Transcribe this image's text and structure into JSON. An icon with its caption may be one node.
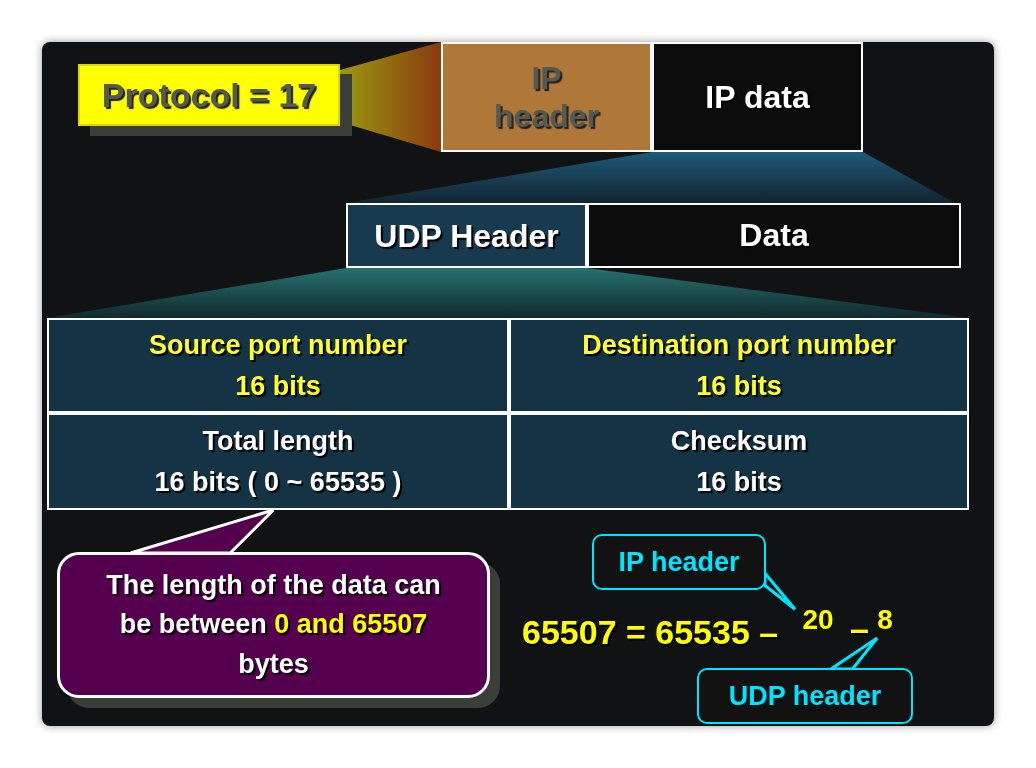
{
  "diagram": {
    "nodes": [
      {
        "text": [
          "Protocol = 17"
        ]
      },
      {
        "text": [
          "IP header"
        ]
      },
      {
        "text": [
          "IP data"
        ]
      },
      {
        "text": [
          "UDP Header"
        ]
      },
      {
        "text": [
          "Data"
        ]
      },
      {
        "text": [
          "Source port number",
          "16 bits"
        ]
      },
      {
        "text": [
          "Destination port number",
          "16 bits"
        ]
      },
      {
        "text": [
          "Total length",
          "16 bits ( 0 ~ 65535 )"
        ]
      },
      {
        "text": [
          "Checksum",
          "16 bits"
        ]
      },
      {
        "text": [
          "The length of the data can be between **0 and 65507** bytes"
        ]
      },
      {
        "text": [
          "IP header"
        ]
      },
      {
        "text": [
          "UDP header"
        ]
      },
      {
        "text": [
          "20"
        ]
      },
      {
        "text": [
          "8"
        ]
      }
    ],
    "edges": [
      {
        "from": 9,
        "to": 7,
        "arrow": "none",
        "color": "#ffffff"
      },
      {
        "from": 10,
        "to": 12,
        "arrow": "none"
      },
      {
        "from": 11,
        "to": 13,
        "arrow": "none"
      }
    ],
    "labels": [
      "65507 = 65535 –",
      "–"
    ]
  }
}
